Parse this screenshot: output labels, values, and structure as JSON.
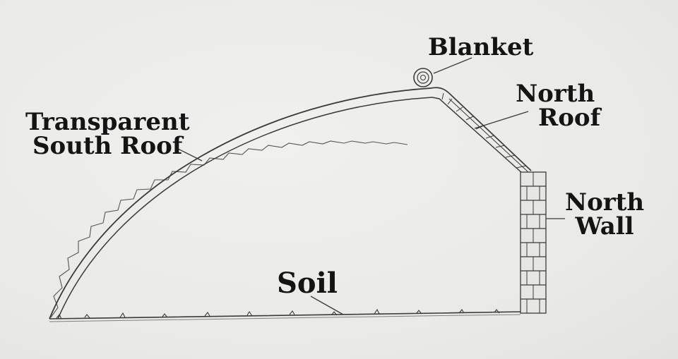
{
  "labels": {
    "blanket": "Blanket",
    "north_roof_line1": "North",
    "north_roof_line2": "Roof",
    "south_roof_line1": "Transparent",
    "south_roof_line2": "South Roof",
    "north_wall_line1": "North",
    "north_wall_line2": "Wall",
    "soil": "Soil"
  },
  "colors": {
    "paper": "#ececea",
    "pencil": "#3a3a3a",
    "ink": "#141414"
  }
}
